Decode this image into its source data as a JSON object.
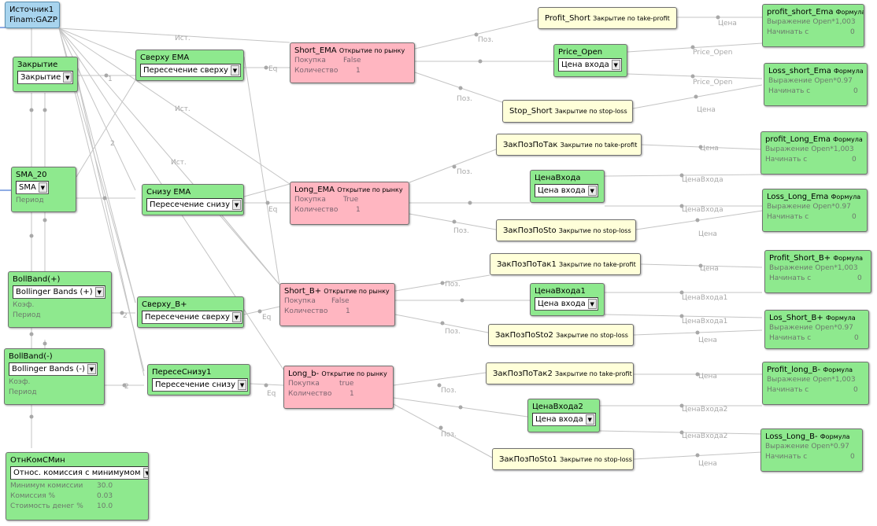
{
  "nodes": {
    "src": {
      "title": "Источник1",
      "line2": "Finam:GAZP"
    },
    "close": {
      "title": "Закрытие",
      "select": "Закрытие"
    },
    "sma": {
      "title": "SMA_20",
      "select": "SMA",
      "p1": "Период"
    },
    "bbp": {
      "title": "BollBand(+)",
      "select": "Bollinger Bands (+)",
      "p1": "Коэф.",
      "p2": "Период"
    },
    "bbm": {
      "title": "BollBand(-)",
      "select": "Bollinger Bands (-)",
      "p1": "Коэф.",
      "p2": "Период"
    },
    "comm": {
      "title": "ОтнКомСМин",
      "select": "Относ. комиссия с минимумом",
      "rows": [
        {
          "k": "Минимум комиссии",
          "v": "30.0"
        },
        {
          "k": "Комиссия %",
          "v": "0.03"
        },
        {
          "k": "Стоимость денег %",
          "v": "10.0"
        }
      ]
    },
    "c1": {
      "title": "Сверху EMA",
      "select": "Пересечение сверху"
    },
    "c2": {
      "title": "Снизу EMA",
      "select": "Пересечение снизу"
    },
    "c3": {
      "title": "Сверху_B+",
      "select": "Пересечение сверху"
    },
    "c4": {
      "title": "ПересеСнизу1",
      "select": "Пересечение снизу"
    },
    "t1": {
      "title": "Short_EMA",
      "sub": "Открытие по рынку",
      "k1": "Покупка",
      "v1": "False",
      "k2": "Количество",
      "v2": "1"
    },
    "t2": {
      "title": "Long_EMA",
      "sub": "Открытие по рынку",
      "k1": "Покупка",
      "v1": "True",
      "k2": "Количество",
      "v2": "1"
    },
    "t3": {
      "title": "Short_B+",
      "sub": "Открытие по рынку",
      "k1": "Покупка",
      "v1": "False",
      "k2": "Количество",
      "v2": "1"
    },
    "t4": {
      "title": "Long_b-",
      "sub": "Открытие по рынку",
      "k1": "Покупка",
      "v1": "true",
      "k2": "Количество",
      "v2": "1"
    },
    "tp1": {
      "title": "Profit_Short",
      "sub": "Закрытие по take-profit"
    },
    "sl1": {
      "title": "Stop_Short",
      "sub": "Закрытие по stop-loss"
    },
    "tp2": {
      "title": "ЗакПозПоТак",
      "sub": "Закрытие по take-profit"
    },
    "sl2": {
      "title": "ЗакПозПоSto",
      "sub": "Закрытие по stop-loss"
    },
    "tp3": {
      "title": "ЗакПозПоТак1",
      "sub": "Закрытие по take-profit"
    },
    "sl3": {
      "title": "ЗакПозПоSto2",
      "sub": "Закрытие по stop-loss"
    },
    "tp4": {
      "title": "ЗакПозПоТак2",
      "sub": "Закрытие по take-profit"
    },
    "sl4": {
      "title": "ЗакПозПоSto1",
      "sub": "Закрытие по stop-loss"
    },
    "pr1": {
      "title": "Price_Open",
      "select": "Цена входа"
    },
    "pr2": {
      "title": "ЦенаВхода",
      "select": "Цена входа"
    },
    "pr3": {
      "title": "ЦенаВхода1",
      "select": "Цена входа"
    },
    "pr4": {
      "title": "ЦенаВхода2",
      "select": "Цена входа"
    },
    "f1": {
      "title": "profit_short_Ema",
      "sub": "Формула",
      "k1": "Выражение",
      "v1": "Open*1,003",
      "k2": "Начинать с",
      "v2": "0"
    },
    "f2": {
      "title": "Loss_short_Ema",
      "sub": "Формула",
      "k1": "Выражение",
      "v1": "Open*0.97",
      "k2": "Начинать с",
      "v2": "0"
    },
    "f3": {
      "title": "profit_Long_Ema",
      "sub": "Формула",
      "k1": "Выражение",
      "v1": "Open*1,003",
      "k2": "Начинать с",
      "v2": "0"
    },
    "f4": {
      "title": "Loss_Long_Ema",
      "sub": "Формула",
      "k1": "Выражение",
      "v1": "Open*0.97",
      "k2": "Начинать с",
      "v2": "0"
    },
    "f5": {
      "title": "Profit_Short_B+",
      "sub": "Формула",
      "k1": "Выражение",
      "v1": "Open*1,003",
      "k2": "Начинать с",
      "v2": "0"
    },
    "f6": {
      "title": "Los_Short_B+",
      "sub": "Формула",
      "k1": "Выражение",
      "v1": "Open*0.97",
      "k2": "Начинать с",
      "v2": "0"
    },
    "f7": {
      "title": "Profit_long_B-",
      "sub": "Формула",
      "k1": "Выражение",
      "v1": "Open*1,003",
      "k2": "Начинать с",
      "v2": "0"
    },
    "f8": {
      "title": "Loss_Long_B-",
      "sub": "Формула",
      "k1": "Выражение",
      "v1": "Open*0.97",
      "k2": "Начинать с",
      "v2": "0"
    }
  },
  "wire_labels": {
    "ist": "Ист.",
    "eq": "Eq",
    "poz": "Поз.",
    "price": "Цена",
    "priceopen": "Price_Open",
    "cenavhoda": "ЦенаВхода",
    "cenavhoda1": "ЦенаВхода1",
    "cenavhoda2": "ЦенаВхода2",
    "n1": "1",
    "n2": "2"
  }
}
